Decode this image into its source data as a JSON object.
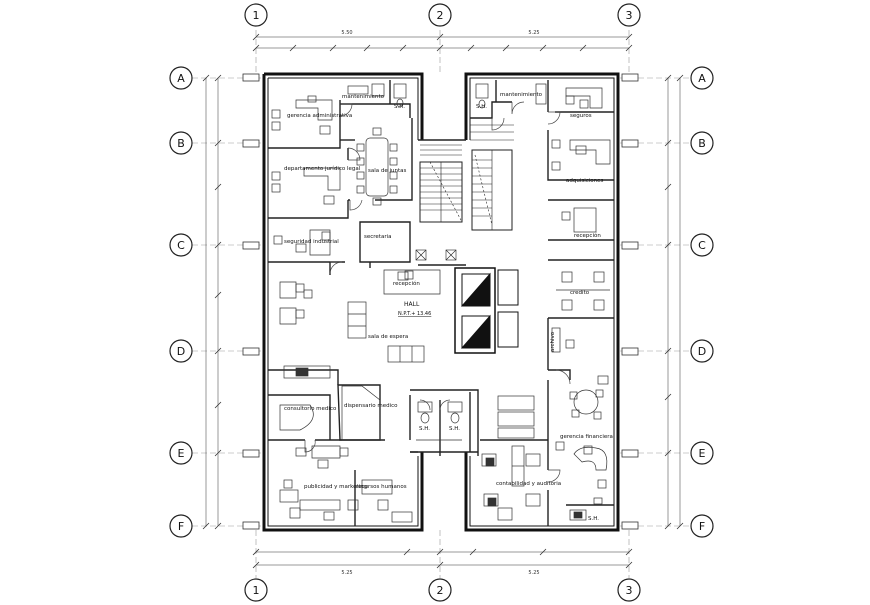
{
  "grid": {
    "columns": [
      "1",
      "2",
      "3"
    ],
    "rows": [
      "A",
      "B",
      "C",
      "D",
      "E",
      "F"
    ]
  },
  "dimensions": {
    "top_total_left": "5.50",
    "top_total_right": "5.25",
    "bottom_total_left": "5.25",
    "bottom_total_right": "5.25"
  },
  "rooms": {
    "gerencia_administrativa": "gerencia administrativa",
    "mantenimiento_left": "mantenimiento",
    "sh_left": "S.H.",
    "sala_de_juntas": "sala de juntas",
    "departamento_juridico_legal": "departamento jurídico legal",
    "seguridad_industrial": "seguridad industrial",
    "secretaria": "secretaria",
    "recepcion": "recepción",
    "hall": "HALL",
    "hall_level": "N.P.T.+ 13.46",
    "sala_de_espera": "sala de espera",
    "dispensario_medico": "dispensario medico",
    "consultorio_medico": "consultorio medico",
    "sh_center_left": "S.H.",
    "sh_center_right": "S.H.",
    "publicidad_y_marketing": "publicidad y marketing",
    "recursos_humanos": "recursos humanos",
    "sh_right": "S.H.",
    "mantenimiento_right": "mantenimiento",
    "seguros": "seguros",
    "adquisiciones": "adquisiciones",
    "recepcion_right": "recepción",
    "credito": "credito",
    "archivo": "archivo",
    "gerencia_financiera": "gerencia financiera",
    "contabilidad_y_auditoria": "contabilidad y auditoria",
    "sh_bottom_right": "S.H."
  }
}
